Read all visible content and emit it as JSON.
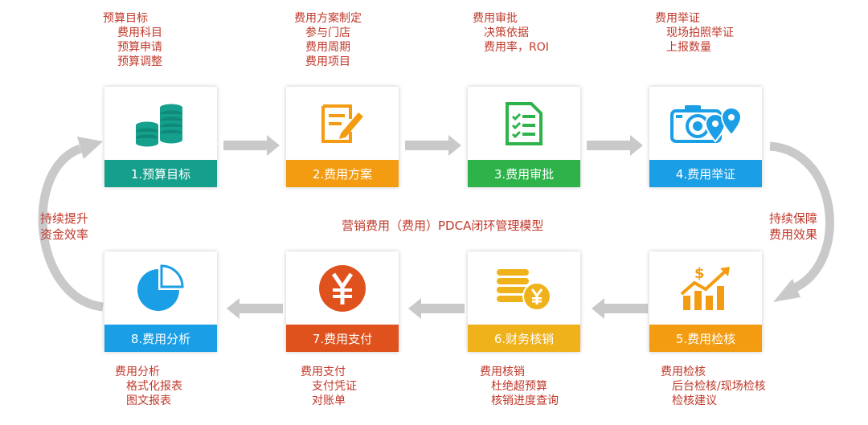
{
  "title": "营销费用（费用）PDCA闭环管理模型",
  "steps": [
    {
      "label": "1.预算目标",
      "color": "#14a08c",
      "icon": "coins-stack-icon",
      "notes": [
        "预算目标",
        "费用科目",
        "预算申请",
        "预算调整"
      ]
    },
    {
      "label": "2.费用方案",
      "color": "#f39c12",
      "icon": "edit-document-icon",
      "notes": [
        "费用方案制定",
        "参与门店",
        "费用周期",
        "费用项目"
      ]
    },
    {
      "label": "3.费用审批",
      "color": "#2db34a",
      "icon": "checklist-icon",
      "notes": [
        "费用审批",
        "决策依据",
        "费用率，ROI"
      ]
    },
    {
      "label": "4.费用举证",
      "color": "#1a9ee6",
      "icon": "camera-location-icon",
      "notes": [
        "费用举证",
        "现场拍照举证",
        "上报数量"
      ]
    },
    {
      "label": "5.费用检核",
      "color": "#f39c12",
      "icon": "growth-chart-icon",
      "notes": [
        "费用检核",
        "后台检核/现场检核",
        "检核建议"
      ]
    },
    {
      "label": "6.财务核销",
      "color": "#f0b21a",
      "icon": "coins-yen-icon",
      "notes": [
        "费用核销",
        "杜绝超预算",
        "核销进度查询"
      ]
    },
    {
      "label": "7.费用支付",
      "color": "#e0521d",
      "icon": "yen-circle-icon",
      "notes": [
        "费用支付",
        "支付凭证",
        "对账单"
      ]
    },
    {
      "label": "8.费用分析",
      "color": "#1a9ee6",
      "icon": "pie-chart-icon",
      "notes": [
        "费用分析",
        "格式化报表",
        "图文报表"
      ]
    }
  ],
  "loops": {
    "left": [
      "持续提升",
      "资金效率"
    ],
    "right": [
      "持续保障",
      "费用效果"
    ]
  }
}
